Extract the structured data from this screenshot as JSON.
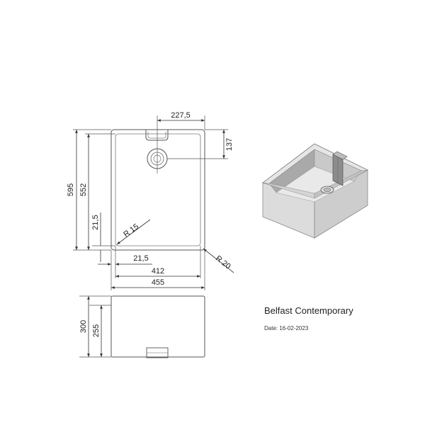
{
  "product": {
    "name": "Belfast Contemporary",
    "date_label": "Date:",
    "date_value": "16-02-2023"
  },
  "dimensions": {
    "width_inner": "412",
    "width_outer": "455",
    "depth_outer": "595",
    "depth_inner": "552",
    "wall": "21,5",
    "wall_front": "21,5",
    "drain_offset_x": "227,5",
    "drain_offset_y": "137",
    "height_outer": "300",
    "height_inner": "255",
    "radius_inner": "R 15",
    "radius_outer": "R 20"
  },
  "colors": {
    "line": "#555555",
    "dim_line": "#333333",
    "iso_fill_light": "#dcdcdc",
    "iso_fill_mid": "#c4c4c4",
    "iso_fill_dark": "#9c9c9c"
  }
}
